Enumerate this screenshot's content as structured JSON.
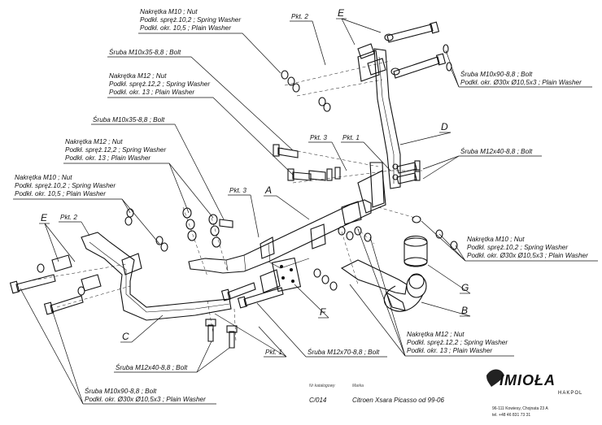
{
  "callouts": {
    "nut_m10_top": [
      "Nakrętka  M10 ; Nut",
      "Podkł. spręż.10,2 ; Spring Washer",
      "Podkł. okr. 10,5 ; Plain Washer"
    ],
    "bolt_m10x35_a": [
      "Śruba M10x35-8,8 ;  Bolt"
    ],
    "nut_m12_upper": [
      "Nakrętka  M12 ; Nut",
      "Podkł. spręż.12,2 ; Spring Washer",
      "Podkł. okr. 13 ; Plain Washer"
    ],
    "bolt_m10x35_b": [
      "Śruba M10x35-8,8 ;  Bolt"
    ],
    "nut_m12_left": [
      "Nakrętka  M12 ; Nut",
      "Podkł. spręż.12,2 ; Spring Washer",
      "Podkł. okr. 13 ; Plain Washer"
    ],
    "nut_m10_left": [
      "Nakrętka  M10 ; Nut",
      "Podkł. spręż.10,2 ; Spring Washer",
      "Podkł. okr. 10,5 ; Plain Washer"
    ],
    "bolt_m10x90_right": [
      "Śruba M10x90-8,8 ;  Bolt",
      "Podkł. okr. Ø30x Ø10,5x3 ; Plain Washer"
    ],
    "bolt_m12x40_right": [
      "Śruba M12x40-8,8 ;  Bolt"
    ],
    "nut_m10_right": [
      "Nakrętka  M10 ; Nut",
      "Podkł. spręż.10,2 ; Spring Washer",
      "Podkł. okr. Ø30x Ø10,5x3 ; Plain Washer"
    ],
    "nut_m12_bottom": [
      "Nakrętka  M12 ; Nut",
      "Podkł. spręż.12,2 ; Spring Washer",
      "Podkł. okr. 13 ; Plain Washer"
    ],
    "bolt_m12x70": [
      "Śruba M12x70-8,8 ;  Bolt"
    ],
    "bolt_m12x40_left": [
      "Śruba M12x40-8,8 ;  Bolt"
    ],
    "bolt_m10x90_left": [
      "Śruba M10x90-8,8 ;  Bolt",
      "Podkł. okr. Ø30x Ø10,5x3 ; Plain Washer"
    ]
  },
  "pkt": {
    "p2_top": "Pkt. 2",
    "p3_upper": "Pkt. 3",
    "p1_upper": "Pkt. 1",
    "p3_left": "Pkt. 3",
    "p2_left": "Pkt. 2",
    "p1_bottom": "Pkt. 1"
  },
  "part_letters": {
    "a": "A",
    "c": "C",
    "d": "D",
    "e_top": "E",
    "e_left": "E",
    "f": "F",
    "g": "G",
    "b": "B"
  },
  "footer": {
    "catalog_label": "Nr katalogowy",
    "make_label": "Marka",
    "catalog_number": "C/014",
    "vehicle": "Citroen Xsara Picasso    od  99-06"
  },
  "logo": {
    "word": "IMIOŁA",
    "sub": "HAKPOL",
    "address": "96-111 Kowiesy, Chojnata 23 A",
    "phone": "tel. +48 46 831 73 31"
  }
}
